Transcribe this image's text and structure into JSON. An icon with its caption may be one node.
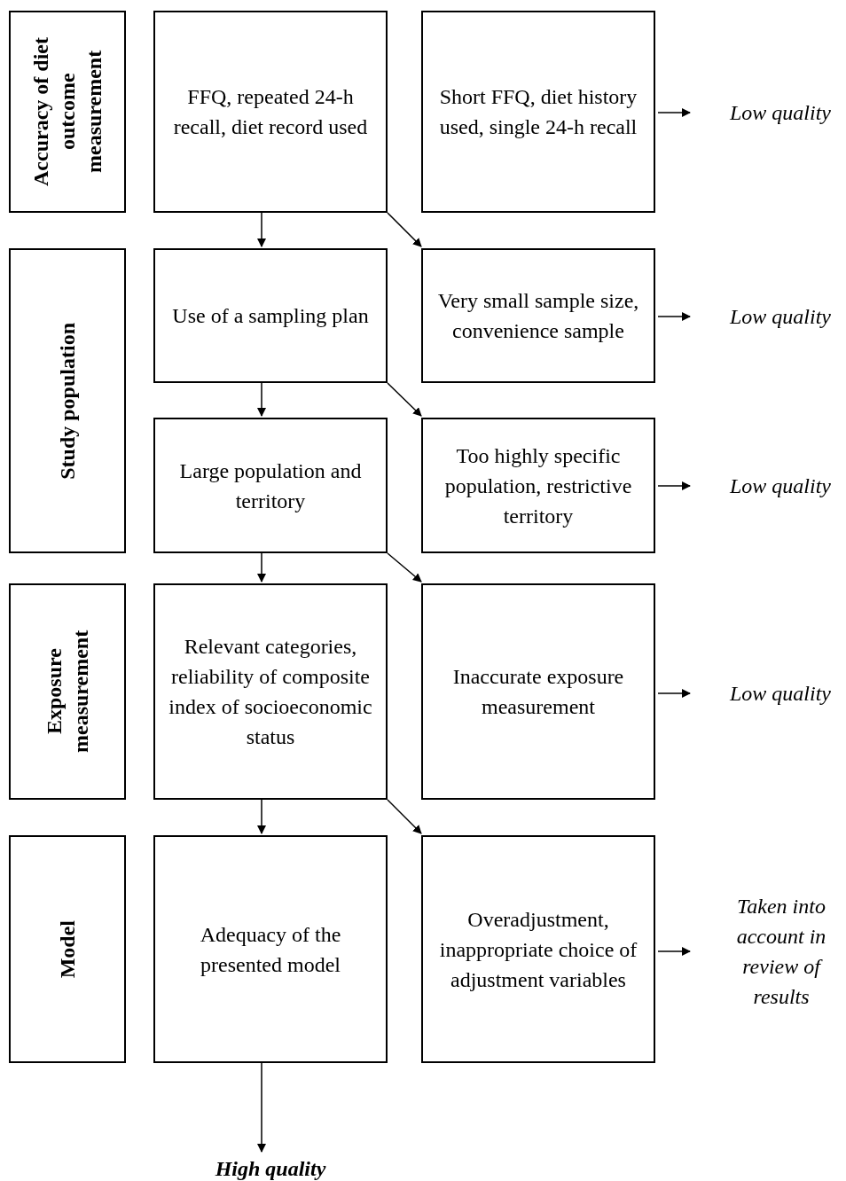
{
  "diagram": {
    "nodes": [
      {
        "text": [
          "Accuracy of diet outcome measurement"
        ]
      },
      {
        "text": [
          "FFQ, repeated 24-h recall, diet record used"
        ]
      },
      {
        "text": [
          "Short FFQ, diet history used, single 24-h recall"
        ]
      },
      {
        "text": [
          "Low quality"
        ]
      },
      {
        "text": [
          "Study population"
        ]
      },
      {
        "text": [
          "Use of a sampling plan"
        ]
      },
      {
        "text": [
          "Very small sample size, convenience sample"
        ]
      },
      {
        "text": [
          "Low quality"
        ]
      },
      {
        "text": [
          "Large population and territory"
        ]
      },
      {
        "text": [
          "Too highly specific population, restrictive territory"
        ]
      },
      {
        "text": [
          "Low quality"
        ]
      },
      {
        "text": [
          "Exposure measurement"
        ]
      },
      {
        "text": [
          "Relevant categories, reliability of composite index of socioeconomic status"
        ]
      },
      {
        "text": [
          "Inaccurate exposure measurement"
        ]
      },
      {
        "text": [
          "Low quality"
        ]
      },
      {
        "text": [
          "Model"
        ]
      },
      {
        "text": [
          "Adequacy of the presented model"
        ]
      },
      {
        "text": [
          "Overadjustment, inappropriate choice of adjustment variables"
        ]
      },
      {
        "text": [
          "Taken into account in review of results"
        ]
      },
      {
        "text": [
          "High quality"
        ]
      }
    ],
    "edges": [
      {
        "from": 1,
        "to": 5,
        "arrow": "to"
      },
      {
        "from": 1,
        "to": 6,
        "arrow": "to"
      },
      {
        "from": 2,
        "to": 3,
        "arrow": "to"
      },
      {
        "from": 5,
        "to": 8,
        "arrow": "to"
      },
      {
        "from": 5,
        "to": 9,
        "arrow": "to"
      },
      {
        "from": 6,
        "to": 7,
        "arrow": "to"
      },
      {
        "from": 8,
        "to": 12,
        "arrow": "to"
      },
      {
        "from": 8,
        "to": 13,
        "arrow": "to"
      },
      {
        "from": 9,
        "to": 10,
        "arrow": "to"
      },
      {
        "from": 12,
        "to": 16,
        "arrow": "to"
      },
      {
        "from": 12,
        "to": 17,
        "arrow": "to"
      },
      {
        "from": 13,
        "to": 14,
        "arrow": "to"
      },
      {
        "from": 16,
        "to": 19,
        "arrow": "to"
      },
      {
        "from": 17,
        "to": 18,
        "arrow": "to"
      }
    ]
  }
}
